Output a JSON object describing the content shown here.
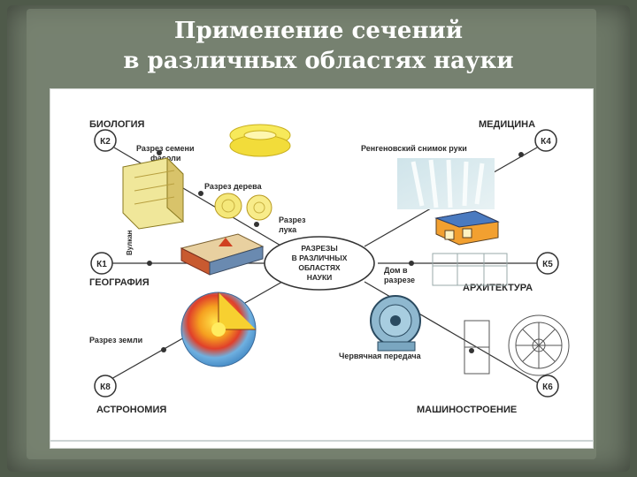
{
  "title": {
    "line1": "Применение сечений",
    "line2": "в различных областях науки"
  },
  "center": {
    "lines": [
      "РАЗРЕЗЫ",
      "В РАЗЛИЧНЫХ",
      "ОБЛАСТЯХ",
      "НАУКИ"
    ]
  },
  "areas": {
    "biology": {
      "name": "БИОЛОГИЯ",
      "code": "К2"
    },
    "medicine": {
      "name": "МЕДИЦИНА",
      "code": "К4"
    },
    "geography": {
      "name": "ГЕОГРАФИЯ",
      "code": "К1"
    },
    "architecture": {
      "name": "АРХИТЕКТУРА",
      "code": "К5"
    },
    "astronomy": {
      "name": "АСТРОНОМИЯ",
      "code": "К8"
    },
    "engineering": {
      "name": "МАШИНОСТРОЕНИЕ",
      "code": "К6"
    }
  },
  "examples": {
    "seed_1": "Разрез семени",
    "seed_2": "фасоли",
    "tree": "Разрез дерева",
    "onion_1": "Разрез",
    "onion_2": "лука",
    "volcano": "Вулкан",
    "xray": "Ренгеновский снимок руки",
    "house_1": "Дом в",
    "house_2": "разрезе",
    "earth": "Разрез земли",
    "worm_gear": "Червячная передача"
  }
}
